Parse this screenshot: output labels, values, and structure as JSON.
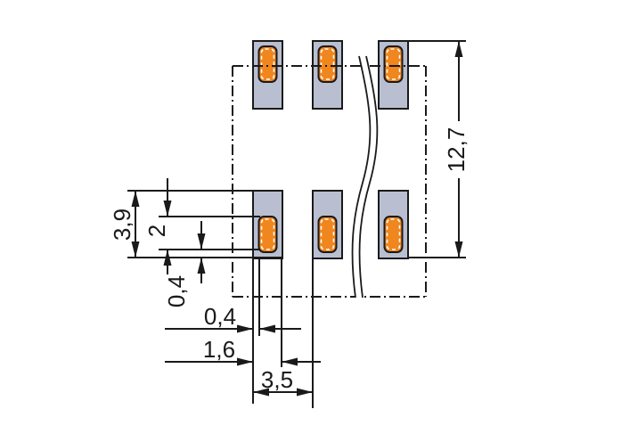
{
  "drawing": {
    "kind": "footprint-dimension-drawing",
    "dims": {
      "overall": "12,7",
      "pad_col_h": "3,9",
      "opening_h": "2",
      "opening_off_v": "0,4",
      "opening_off_h": "0,4",
      "pad_w": "1,6",
      "pitch": "3,5"
    },
    "colors": {
      "pad_fill": "#b9bfd1",
      "solder_fill": "#f0861e",
      "dash_highlight": "#ffffff",
      "line": "#1a1a1a",
      "background": "#ffffff"
    }
  }
}
